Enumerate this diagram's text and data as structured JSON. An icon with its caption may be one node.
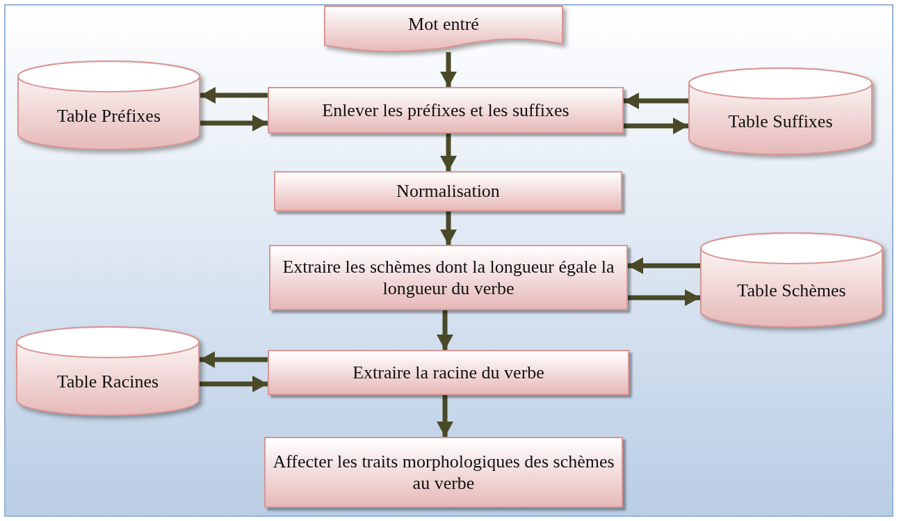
{
  "diagram": {
    "nodes": [
      {
        "text": [
          "Mot entré"
        ]
      },
      {
        "text": [
          "Table Préfixes"
        ]
      },
      {
        "text": [
          "Enlever les préfixes et les suffixes"
        ]
      },
      {
        "text": [
          "Table Suffixes"
        ]
      },
      {
        "text": [
          "Normalisation"
        ]
      },
      {
        "text": [
          "Extraire les schèmes dont la longueur égale la longueur du verbe"
        ]
      },
      {
        "text": [
          "Table Schèmes"
        ]
      },
      {
        "text": [
          "Table Racines"
        ]
      },
      {
        "text": [
          "Extraire la racine du verbe"
        ]
      },
      {
        "text": [
          "Affecter les traits morphologiques des schèmes au verbe"
        ]
      }
    ],
    "edges": [
      {
        "from": 0,
        "to": 2,
        "arrow": "to"
      },
      {
        "from": 2,
        "to": 1,
        "arrow": "to"
      },
      {
        "from": 1,
        "to": 2,
        "arrow": "to"
      },
      {
        "from": 3,
        "to": 2,
        "arrow": "to"
      },
      {
        "from": 2,
        "to": 3,
        "arrow": "to"
      },
      {
        "from": 2,
        "to": 4,
        "arrow": "to"
      },
      {
        "from": 4,
        "to": 5,
        "arrow": "to"
      },
      {
        "from": 6,
        "to": 5,
        "arrow": "to"
      },
      {
        "from": 5,
        "to": 6,
        "arrow": "to"
      },
      {
        "from": 5,
        "to": 8,
        "arrow": "to"
      },
      {
        "from": 8,
        "to": 7,
        "arrow": "to"
      },
      {
        "from": 7,
        "to": 8,
        "arrow": "to"
      },
      {
        "from": 8,
        "to": 9,
        "arrow": "to"
      }
    ]
  }
}
